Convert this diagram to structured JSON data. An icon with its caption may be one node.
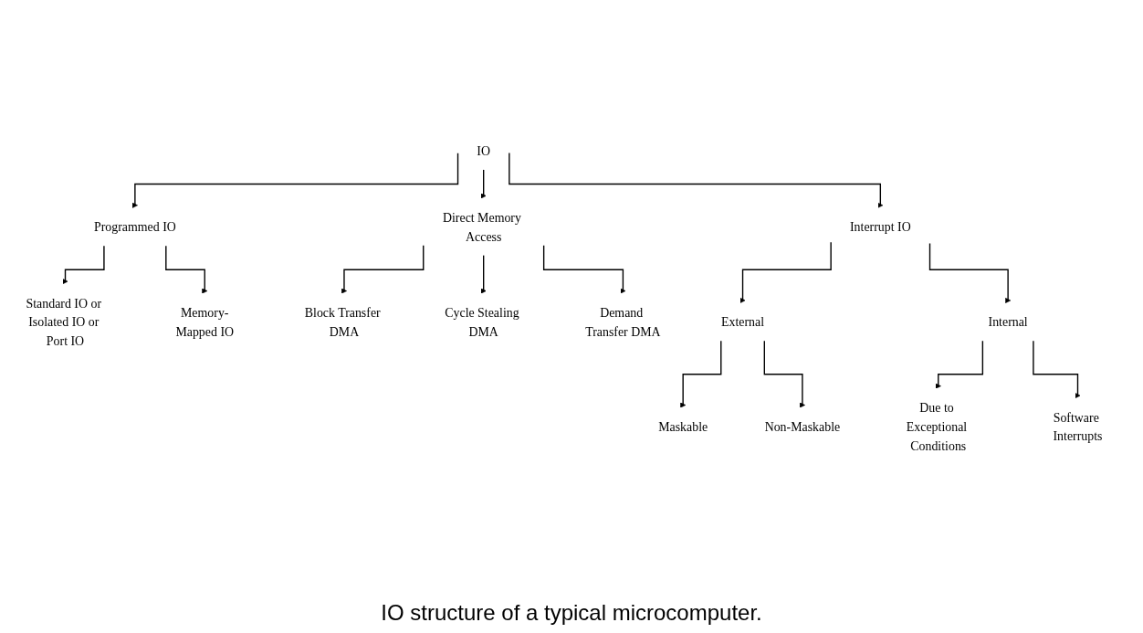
{
  "diagram": {
    "caption": "IO structure of a typical microcomputer.",
    "nodes": [
      {
        "text": [
          "IO"
        ]
      },
      {
        "text": [
          "Programmed IO"
        ]
      },
      {
        "text": [
          "Interrupt IO"
        ]
      },
      {
        "text": [
          "Direct Memory Access"
        ]
      },
      {
        "text": [
          "Standard IO or Isolated IO or Port IO"
        ]
      },
      {
        "text": [
          "Memory-Mapped IO"
        ]
      },
      {
        "text": [
          "Block Transfer DMA"
        ]
      },
      {
        "text": [
          "Cycle Stealing DMA"
        ]
      },
      {
        "text": [
          "Demand Transfer DMA"
        ]
      },
      {
        "text": [
          "External"
        ]
      },
      {
        "text": [
          "Internal"
        ]
      },
      {
        "text": [
          "Maskable"
        ]
      },
      {
        "text": [
          "Non-Maskable"
        ]
      },
      {
        "text": [
          "Due to Exceptional Conditions"
        ]
      },
      {
        "text": [
          "Software Interrupts"
        ]
      }
    ],
    "edges": [
      {
        "from": 0,
        "to": 1,
        "arrow": "to"
      },
      {
        "from": 0,
        "to": 2,
        "arrow": "to"
      },
      {
        "from": 0,
        "to": 3,
        "arrow": "to"
      },
      {
        "from": 1,
        "to": 4,
        "arrow": "to"
      },
      {
        "from": 1,
        "to": 5,
        "arrow": "to"
      },
      {
        "from": 3,
        "to": 6,
        "arrow": "to"
      },
      {
        "from": 3,
        "to": 7,
        "arrow": "to"
      },
      {
        "from": 3,
        "to": 8,
        "arrow": "to"
      },
      {
        "from": 2,
        "to": 9,
        "arrow": "to"
      },
      {
        "from": 2,
        "to": 10,
        "arrow": "to"
      },
      {
        "from": 9,
        "to": 11,
        "arrow": "to"
      },
      {
        "from": 9,
        "to": 12,
        "arrow": "to"
      },
      {
        "from": 10,
        "to": 13,
        "arrow": "to"
      },
      {
        "from": 10,
        "to": 14,
        "arrow": "to"
      }
    ]
  }
}
